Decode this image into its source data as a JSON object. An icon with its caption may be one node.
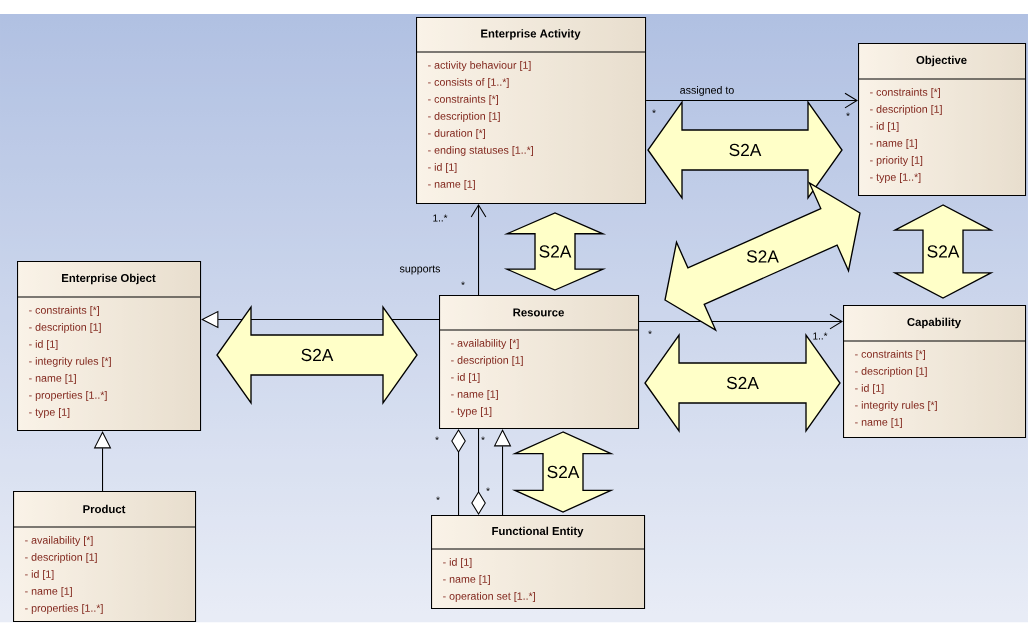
{
  "diagram": {
    "nodes": [
      {
        "text": [
          "Enterprise Activity",
          "- activity behaviour [1]",
          "- consists of [1..*]",
          "- constraints [*]",
          "- description [1]",
          "- duration [*]",
          "- ending statuses [1..*]",
          "- id [1]",
          "- name [1]"
        ]
      },
      {
        "text": [
          "Objective",
          "- constraints [*]",
          "- description [1]",
          "- id [1]",
          "- name [1]",
          "- priority [1]",
          "- type [1..*]"
        ]
      },
      {
        "text": [
          "Enterprise Object",
          "- constraints [*]",
          "- description [1]",
          "- id [1]",
          "- integrity rules [*]",
          "- name [1]",
          "- properties [1..*]",
          "- type [1]"
        ]
      },
      {
        "text": [
          "Resource",
          "- availability [*]",
          "- description [1]",
          "- id [1]",
          "- name [1]",
          "- type [1]"
        ]
      },
      {
        "text": [
          "Capability",
          "- constraints [*]",
          "- description [1]",
          "- id [1]",
          "- integrity rules [*]",
          "- name [1]"
        ]
      },
      {
        "text": [
          "Product",
          "- availability [*]",
          "- description [1]",
          "- id [1]",
          "- name [1]",
          "- properties [1..*]"
        ]
      },
      {
        "text": [
          "Functional Entity",
          "- id [1]",
          "- name [1]",
          "- operation set [1..*]"
        ]
      }
    ],
    "edges": [
      {
        "from": 0,
        "to": 1,
        "arrow": "to",
        "label": "assigned to"
      },
      {
        "from": 3,
        "to": 0,
        "arrow": "to",
        "label": "supports"
      },
      {
        "from": 3,
        "to": 2,
        "arrow": "to"
      },
      {
        "from": 3,
        "to": 4,
        "arrow": "to"
      },
      {
        "from": 5,
        "to": 2,
        "arrow": "to"
      },
      {
        "from": 3,
        "to": 6,
        "arrow": "other"
      },
      {
        "from": 6,
        "to": 3,
        "arrow": "other"
      },
      {
        "from": 6,
        "to": 3,
        "arrow": "to"
      },
      {
        "from": 0,
        "to": 1,
        "arrow": "both",
        "label": "S2A",
        "style": "thick"
      },
      {
        "from": 3,
        "to": 0,
        "arrow": "both",
        "label": "S2A",
        "style": "thick"
      },
      {
        "from": 3,
        "to": 1,
        "arrow": "both",
        "label": "S2A",
        "style": "thick"
      },
      {
        "from": 1,
        "to": 4,
        "arrow": "both",
        "label": "S2A",
        "style": "thick"
      },
      {
        "from": 2,
        "to": 3,
        "arrow": "both",
        "label": "S2A",
        "style": "thick"
      },
      {
        "from": 3,
        "to": 4,
        "arrow": "both",
        "label": "S2A",
        "style": "thick"
      },
      {
        "from": 3,
        "to": 6,
        "arrow": "both",
        "label": "S2A",
        "style": "thick"
      }
    ],
    "labels": [
      "*",
      "*",
      "1..*",
      "*",
      "*",
      "1..*",
      "*",
      "*",
      "*",
      "*"
    ]
  }
}
